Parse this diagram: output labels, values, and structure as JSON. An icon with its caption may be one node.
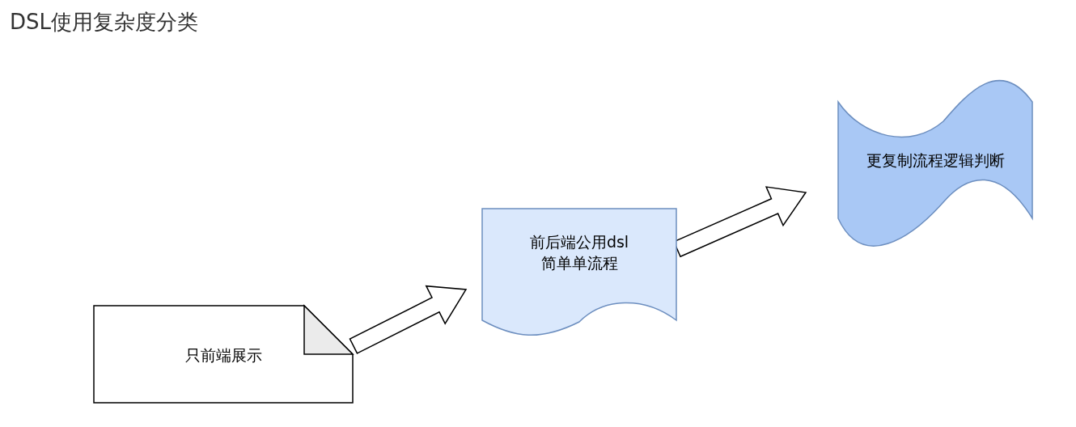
{
  "diagram": {
    "title": "DSL使用复杂度分类",
    "nodes": [
      {
        "text": [
          "只前端展示"
        ]
      },
      {
        "text": [
          "前后端公用dsl 简单单流程"
        ]
      },
      {
        "text": [
          "更复制流程逻辑判断"
        ]
      }
    ],
    "edges": [
      {
        "from": 0,
        "to": 1,
        "arrow": "to"
      },
      {
        "from": 1,
        "to": 2,
        "arrow": "to"
      }
    ]
  }
}
